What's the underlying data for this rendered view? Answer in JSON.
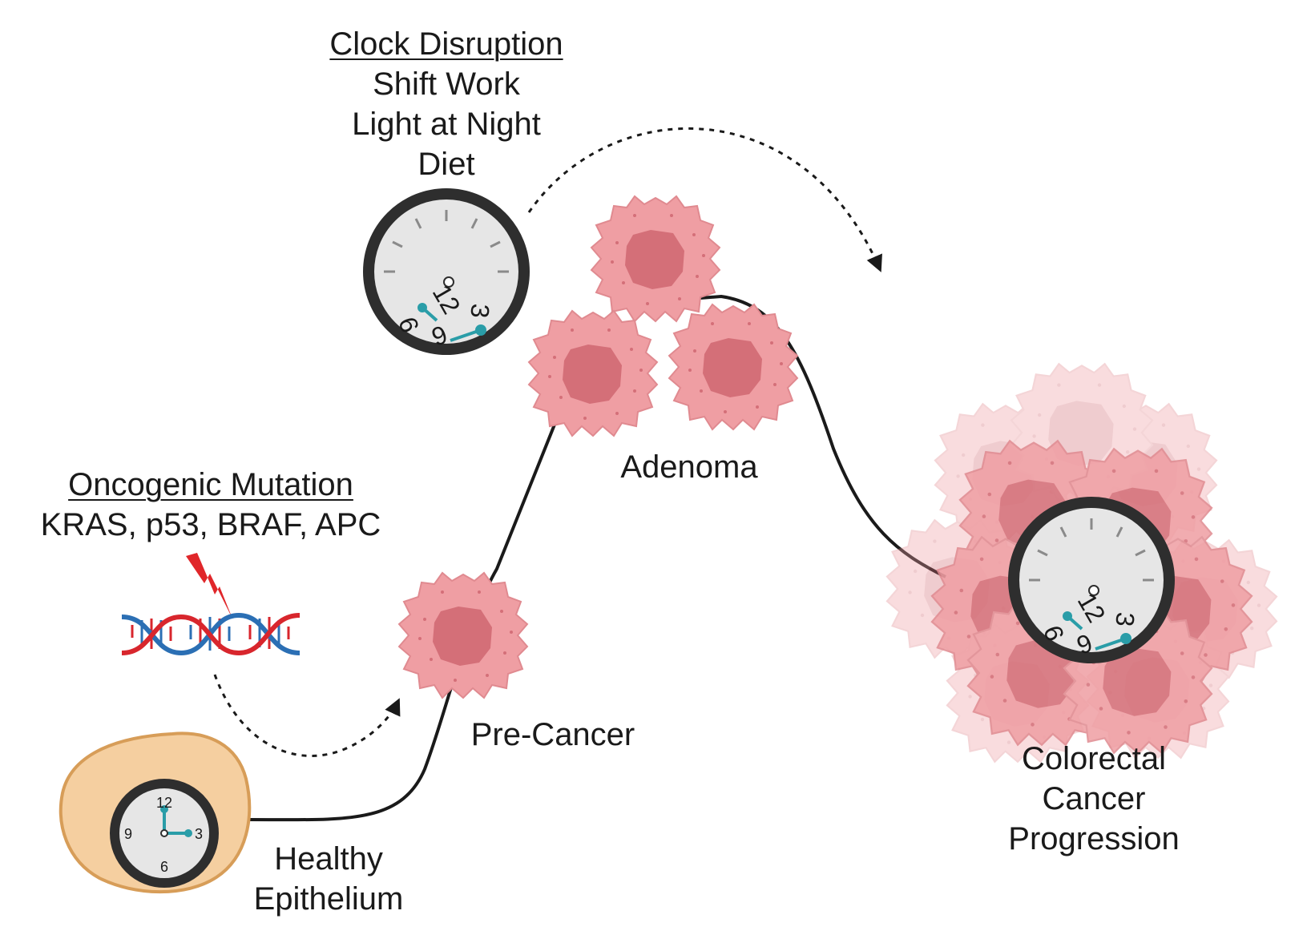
{
  "clock_disruption": {
    "heading": "Clock Disruption",
    "items": [
      "Shift Work",
      "Light at Night",
      "Diet"
    ]
  },
  "oncogenic_mutation": {
    "heading": "Oncogenic Mutation",
    "genes": "KRAS, p53, BRAF, APC"
  },
  "stages": {
    "healthy": [
      "Healthy",
      "Epithelium"
    ],
    "precancer": "Pre-Cancer",
    "adenoma": "Adenoma",
    "crc": [
      "Colorectal",
      "Cancer",
      "Progression"
    ]
  },
  "clock_numerals": {
    "twelve": "12",
    "three": "3",
    "six": "6",
    "nine": "9"
  },
  "colors": {
    "healthy_cell": "#f5cfa0",
    "healthy_cell_border": "#d79d58",
    "cancer_cell": "#ef9ea3",
    "cancer_nucleus": "#d46f78",
    "clock_hand": "#2a9da8",
    "dna_red": "#d8262d",
    "dna_blue": "#2b6fb4",
    "lightning": "#e0262a"
  },
  "icons": [
    "clock-icon",
    "dna-icon",
    "lightning-icon",
    "cell-icon"
  ]
}
